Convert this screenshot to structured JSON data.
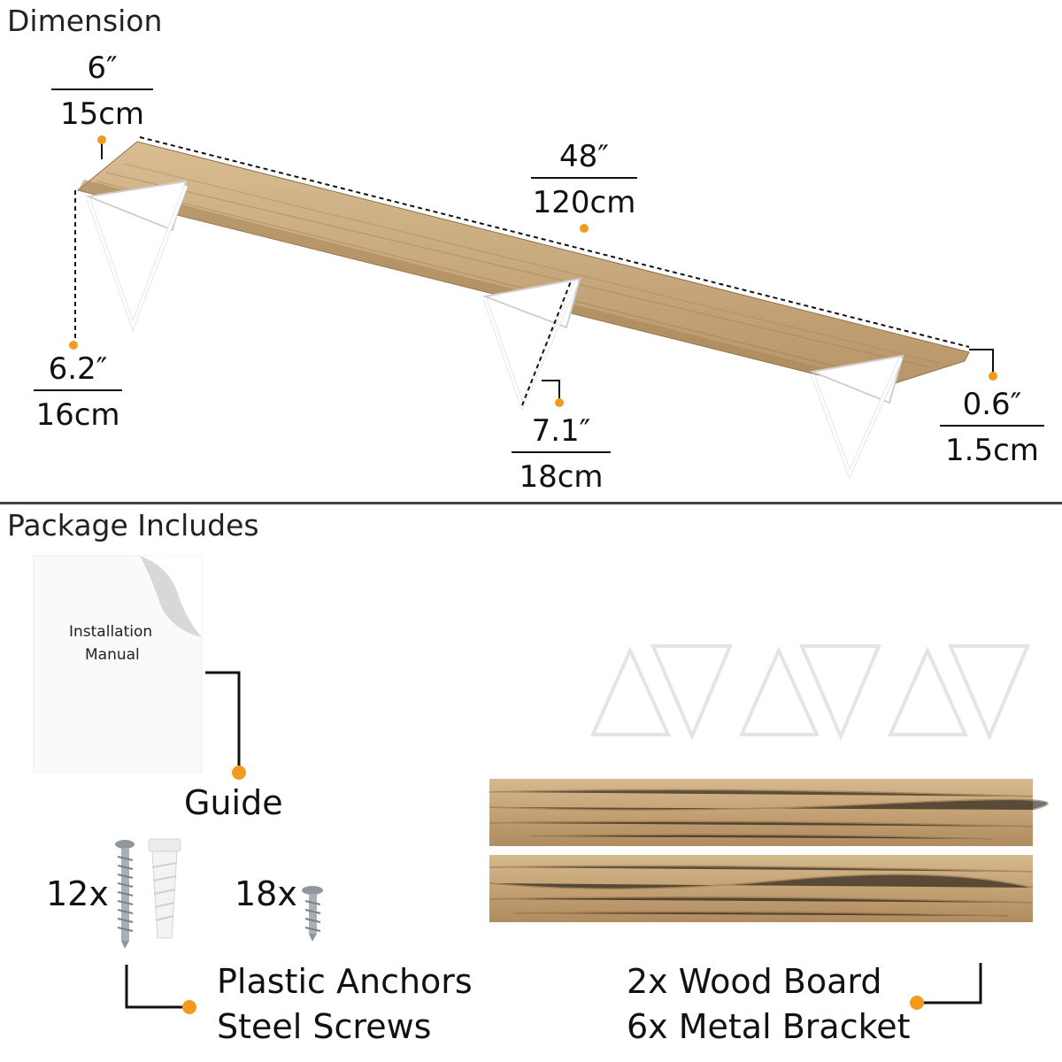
{
  "dimension_section": {
    "title": "Dimension",
    "depth": {
      "imperial": "6″",
      "metric": "15cm"
    },
    "length": {
      "imperial": "48″",
      "metric": "120cm"
    },
    "bracket_height": {
      "imperial": "6.2″",
      "metric": "16cm"
    },
    "bracket_depth": {
      "imperial": "7.1″",
      "metric": "18cm"
    },
    "thickness": {
      "imperial": "0.6″",
      "metric": "1.5cm"
    }
  },
  "package_section": {
    "title": "Package Includes",
    "manual": {
      "line1": "Installation",
      "line2": "Manual"
    },
    "guide_label": "Guide",
    "anchors_qty": "12x",
    "screws_qty": "18x",
    "hardware_line1": "Plastic Anchors",
    "hardware_line2": "Steel Screws",
    "parts_line1": "2x Wood Board",
    "parts_line2": "6x Metal Bracket"
  },
  "colors": {
    "accent": "#f39a1e",
    "wood": "#c9a77c",
    "wood_dark": "#9c7a52",
    "bracket": "#ffffff"
  }
}
